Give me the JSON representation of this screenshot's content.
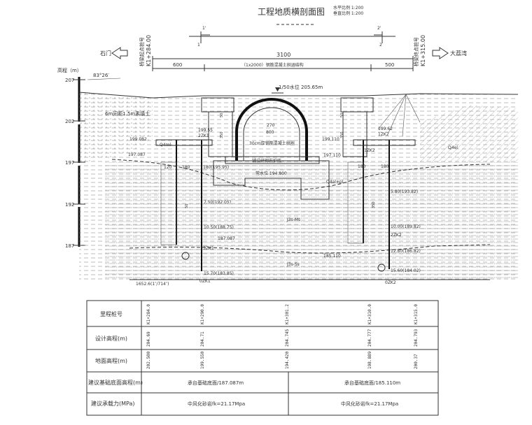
{
  "title": "工程地质横剖面图",
  "scale": {
    "h": "水平比例 1:200",
    "v": "垂直比例 1:200"
  },
  "axis_unit": "高程（m）",
  "elev_ticks": [
    "207",
    "202",
    "197",
    "192",
    "187"
  ],
  "left_direction": "石门",
  "right_direction": "大荔湾",
  "left_station": {
    "name": "桥梁起点桩号",
    "km": "K1+284.00"
  },
  "right_station": {
    "name": "桥梁终点桩号",
    "km": "K1+315.00"
  },
  "total_span": "3100",
  "dims": {
    "left": "600",
    "middle": "（1x2000）钢筋混凝土拱涵结构",
    "right": "500"
  },
  "water_level": "1/50水位 205.65m",
  "angle": "83°26′",
  "slope_note": "6m间距1.5m素填土",
  "arch": {
    "h1": "270",
    "w": "800",
    "label": "30cm厚钢筋混凝土拱圈"
  },
  "cap_label": "铺设碎砌石护底",
  "low_water": "常水位 194.800",
  "left_labels": [
    "199.55",
    "199.082",
    "197.087",
    "2ZK1",
    "120",
    "180",
    "180(195.95)",
    "7.50(192.05)",
    "10.50(188.75)",
    "187.087",
    "3ZK1",
    "15.70(183.85)"
  ],
  "right_labels": [
    "199.62",
    "1ZK2",
    "199.110",
    "197.110",
    "180",
    "180",
    "5.80(193.82)",
    "10.00(189.82)",
    "2ZK2",
    "12.80(186.82)",
    "185.110",
    "15.60(184.02)",
    "1ZK2"
  ],
  "layers": {
    "l1": "Q4ml",
    "l2": "Q4al+pl",
    "l3": "J3s-Ms",
    "l4": "J3s-Ss",
    "l5": "Q4el"
  },
  "dim_small": [
    "50",
    "350",
    "50",
    "350",
    "50",
    "350"
  ],
  "bottom_note": "1652.6(1″/714″)",
  "bh_bottom": [
    "0ZK1",
    "0ZK2"
  ],
  "table": {
    "rows": [
      "里程桩号",
      "设计高程(m)",
      "地面高程(m)",
      "建议基础底面高程(m)",
      "建议承载力(MPa)"
    ],
    "stations": [
      "K1+284.0",
      "K1+290.0",
      "K1+301.2",
      "K1+310.0",
      "K1+315.0"
    ],
    "design": [
      "204.69",
      "204.71",
      "204.745",
      "204.777",
      "204.793"
    ],
    "ground": [
      "202.500",
      "199.550",
      "194.420",
      "198.889",
      "200.37"
    ],
    "found_left": "承台基础底面/187.087m",
    "found_right": "承台基础底面/185.110m",
    "bearing_left": "中风化砂岩fk=21.17Mpa",
    "bearing_right": "中风化砂岩fk=21.17Mpa"
  }
}
